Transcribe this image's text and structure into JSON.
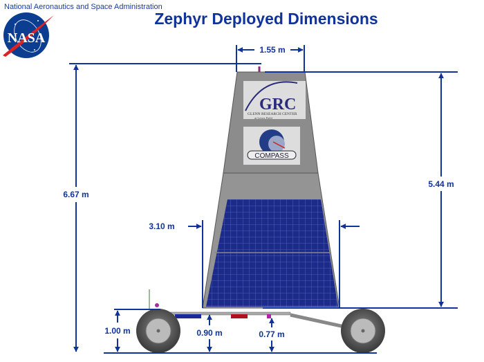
{
  "header": {
    "agency": "National Aeronautics and Space Administration",
    "title": "Zephyr Deployed Dimensions",
    "logo_text": "NASA"
  },
  "dimensions": {
    "total_height": "6.67 m",
    "sail_height": "5.44 m",
    "sail_top_width": "1.55 m",
    "sail_bottom_width": "3.10 m",
    "platform_height": "1.00 m",
    "chassis_clearance": "0.90 m",
    "min_clearance": "0.77 m"
  },
  "panels": {
    "grc_logo": "GRC",
    "grc_name": "GLENN RESEARCH CENTER",
    "grc_sub": "at Lewis Field",
    "compass_logo": "COMPASS"
  },
  "colors": {
    "dimension": "#10339a",
    "sail": "#8c8c8c",
    "solar": "#1a237a"
  }
}
